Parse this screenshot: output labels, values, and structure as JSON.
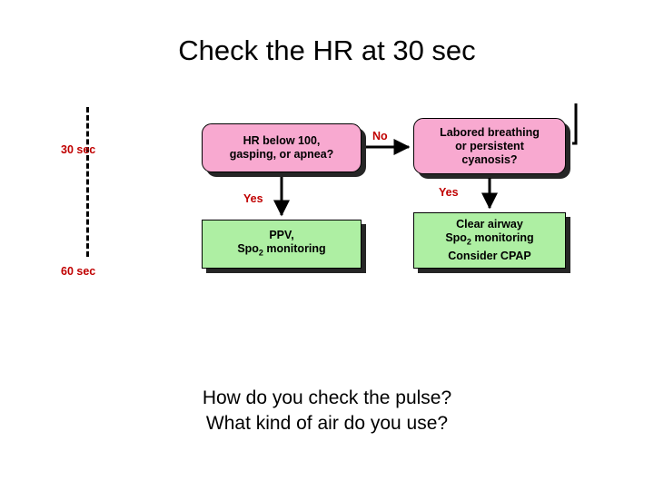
{
  "slide": {
    "title": "Check the HR at 30 sec",
    "questions": [
      "How do you check the pulse?",
      "What kind of air do you use?"
    ]
  },
  "diagram": {
    "timeline": {
      "labels": [
        {
          "id": "30-sec",
          "text": "30 sec"
        },
        {
          "id": "60-sec",
          "text": "60 sec"
        }
      ],
      "style": "dashed-vertical-line"
    },
    "boxes": [
      {
        "id": "hr-check",
        "color": "#F8A9D0",
        "shape": "rounded",
        "lines": [
          "HR below 100,",
          "gasping, or apnea?"
        ]
      },
      {
        "id": "ppv",
        "color": "#AEEFA3",
        "shape": "rect",
        "lines": [
          "PPV,",
          "Spo2 monitoring"
        ],
        "line2_pre": "Spo",
        "line2_sub": "2",
        "line2_post": " monitoring"
      },
      {
        "id": "labored-breathing",
        "color": "#F8A9D0",
        "shape": "rounded",
        "lines": [
          "Labored breathing",
          "or persistent",
          "cyanosis?"
        ]
      },
      {
        "id": "clear-airway",
        "color": "#AEEFA3",
        "shape": "rect",
        "lines": [
          "Clear airway",
          "Spo2 monitoring",
          "Consider CPAP"
        ],
        "line2_pre": "Spo",
        "line2_sub": "2",
        "line2_post": " monitoring"
      }
    ],
    "arrow_labels": [
      {
        "id": "yes-1",
        "text": "Yes"
      },
      {
        "id": "no",
        "text": "No"
      },
      {
        "id": "yes-2",
        "text": "Yes"
      }
    ],
    "colors": {
      "pink": "#F8A9D0",
      "green": "#AEEFA3",
      "label_red": "#C00000",
      "outline": "#000000"
    }
  }
}
